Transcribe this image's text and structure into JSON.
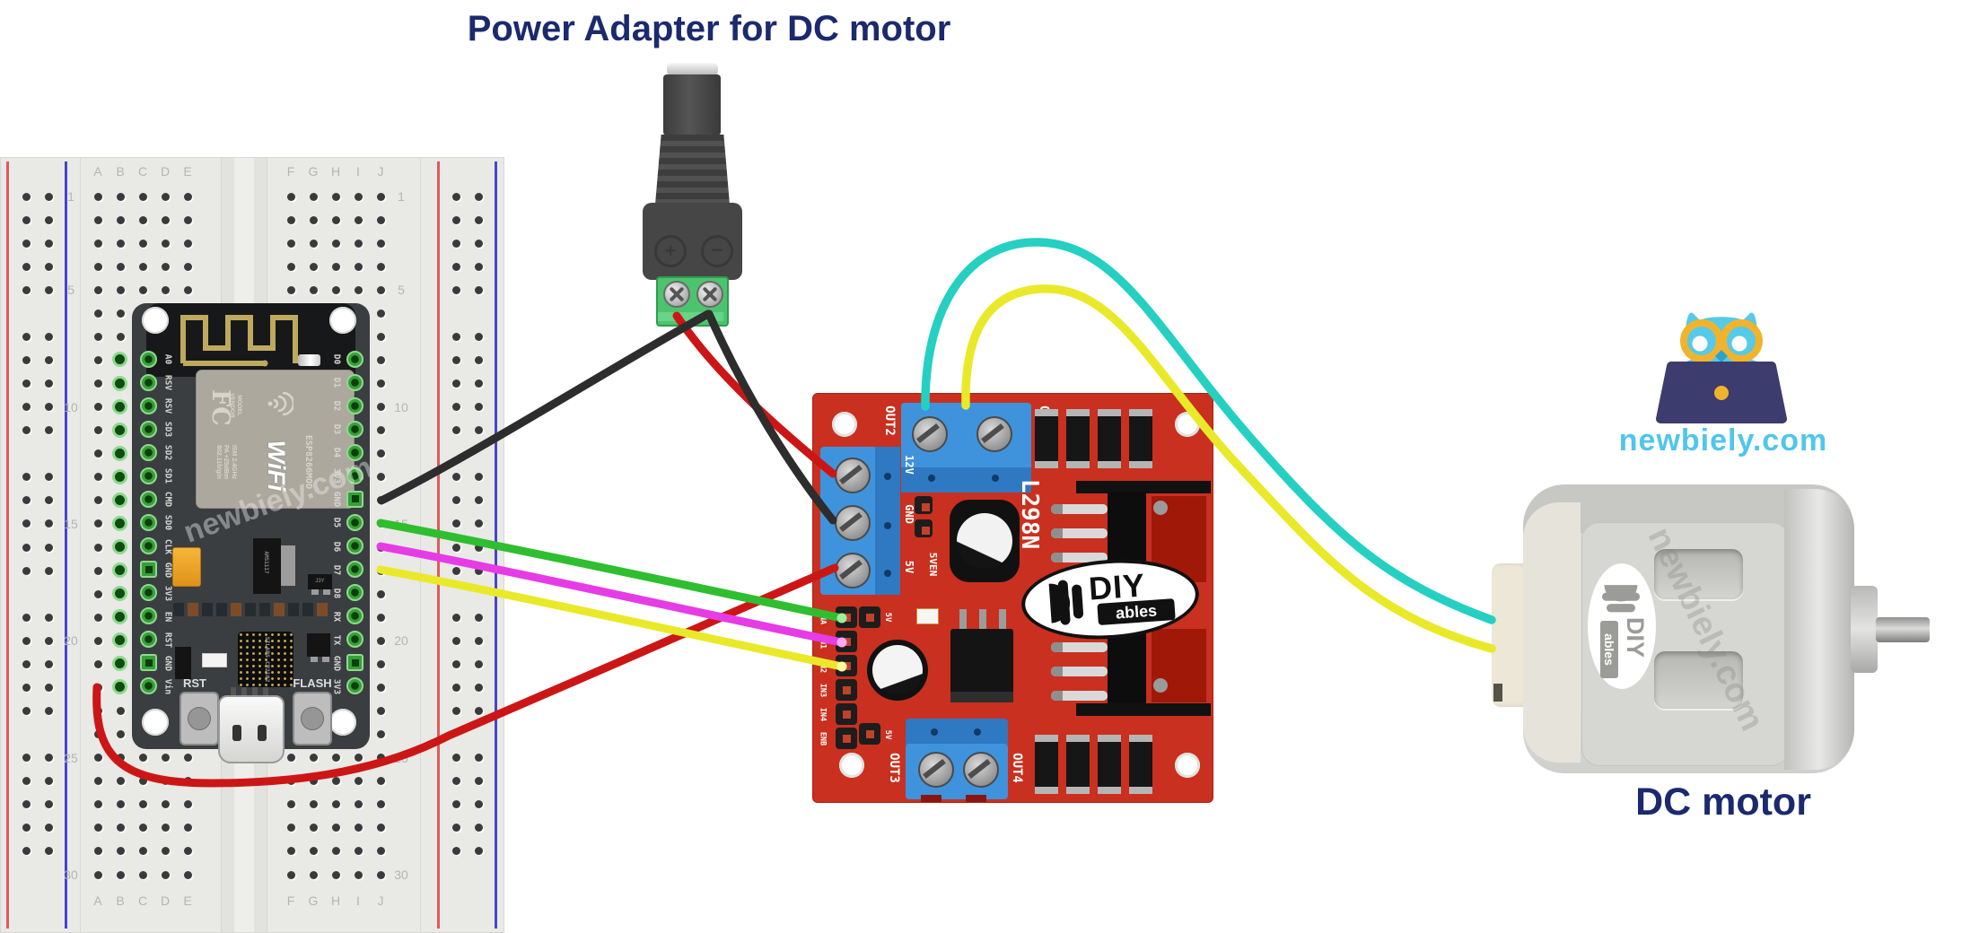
{
  "title": "Power Adapter for DC motor",
  "brand": {
    "name": "newbiely.com",
    "color": "#4fc6ec"
  },
  "watermark": "newbiely.com",
  "labels": {
    "dc_motor": "DC motor"
  },
  "theme": {
    "caption_navy": "#1b2a6e",
    "brand_blue": "#4fc6ec",
    "pcb_red": "#c9301f",
    "terminal_blue": "#3f93dc",
    "adapter_green": "#4cc46e",
    "breadboard_gray": "#e9e9e6"
  },
  "breadboard": {
    "column_letters": [
      "A",
      "B",
      "C",
      "D",
      "E",
      "F",
      "G",
      "H",
      "I",
      "J"
    ],
    "row_numbers": [
      1,
      5,
      10,
      15,
      20,
      25,
      30
    ]
  },
  "nodemcu": {
    "left_pins": [
      "A0",
      "RSV",
      "RSV",
      "SD3",
      "SD2",
      "SD1",
      "CMD",
      "SD0",
      "CLK",
      "GND",
      "3V3",
      "EN",
      "RST",
      "GND",
      "Vin"
    ],
    "right_pins": [
      "D0",
      "D1",
      "D2",
      "D3",
      "D4",
      "3V3",
      "GND",
      "D5",
      "D6",
      "D7",
      "D8",
      "RX",
      "TX",
      "GND",
      "3V3"
    ],
    "buttons": {
      "rst": "RST",
      "flash": "FLASH"
    },
    "module": {
      "fcc_logo": "FC",
      "model": "MODEL",
      "vendor": "VENDOR",
      "wifi_big": "WiFi",
      "name": "ESP8266MOD",
      "specs_lines": [
        "ISM 2.4GHz",
        "PA +25dBm",
        "802.11b/g/n"
      ]
    },
    "chips": {
      "regulator": "AMS1117",
      "usb_uart": "SILABS CP2102",
      "transistor": "J3Y"
    }
  },
  "adapter": {
    "plus": "+",
    "minus": "−"
  },
  "l298n": {
    "chip_name": "L298N",
    "out1": "OUT1",
    "out2": "OUT2",
    "out3": "OUT3",
    "out4": "OUT4",
    "power_pins": [
      "12V",
      "GND",
      "5V"
    ],
    "jumper_label": "5VEN",
    "jumper_5v_top": "5V",
    "jumper_5v_bottom": "5V",
    "input_pins": [
      "ENA",
      "IN1",
      "IN2",
      "IN3",
      "IN4",
      "ENB"
    ]
  },
  "diyables": {
    "diy": "DIY",
    "ables": "ables"
  },
  "wires": {
    "gnd_adapter_to_nodemcu": {
      "color": "#2d2d2d"
    },
    "gnd_adapter_to_l298n": {
      "color": "#2d2d2d"
    },
    "power_adapter_to_12v": {
      "color": "#cc1616"
    },
    "vin_to_5v": {
      "color": "#cc1616"
    },
    "d5_to_ena": {
      "color": "#2fbe2f",
      "tip": "#9cf09c"
    },
    "d6_to_in1": {
      "color": "#e63ce6",
      "tip": "#f7a8f7"
    },
    "d7_to_in2": {
      "color": "#e9e92a",
      "tip": "#ffff9e"
    },
    "out2_to_motor": {
      "color": "#25d0c2"
    },
    "out1_to_motor": {
      "color": "#e9e92a"
    }
  }
}
